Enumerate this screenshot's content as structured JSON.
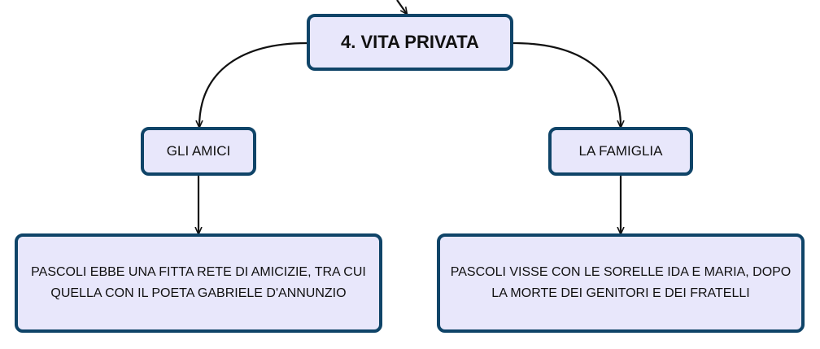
{
  "diagram": {
    "root": {
      "label": "4. VITA PRIVATA"
    },
    "branches": [
      {
        "label": "GLI AMICI",
        "detail": "PASCOLI EBBE UNA FITTA RETE DI AMICIZIE, TRA CUI QUELLA CON IL POETA GABRIELE D'ANNUNZIO"
      },
      {
        "label": "LA FAMIGLIA",
        "detail": "PASCOLI VISSE CON LE SORELLE IDA E MARIA, DOPO LA MORTE DEI GENITORI E DEI FRATELLI"
      }
    ]
  },
  "colors": {
    "node_fill": "#e8e7fb",
    "node_border": "#0f4468",
    "connector": "#111111"
  }
}
